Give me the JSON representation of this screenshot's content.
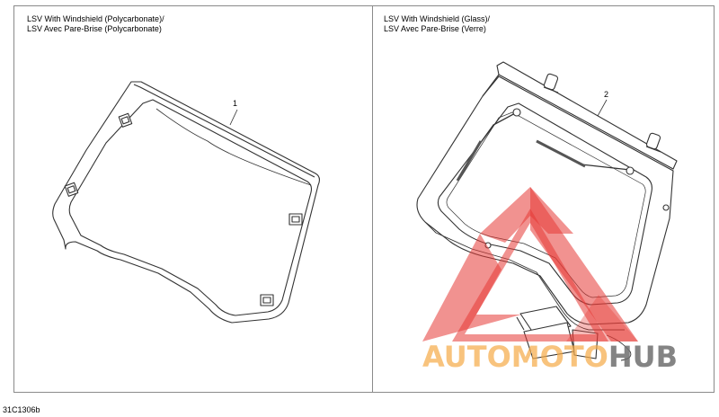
{
  "panels": [
    {
      "caption": [
        "LSV With Windshield (Polycarbonate)/",
        "LSV Avec Pare-Brise (Polycarbonate)"
      ],
      "callout": "1"
    },
    {
      "caption": [
        "LSV With Windshield (Glass)/",
        "LSV Avec Pare-Brise (Verre)"
      ],
      "callout": "2"
    }
  ],
  "doc_ref": "31C1306b",
  "watermark": {
    "parts": [
      "AUTO",
      "MOTO",
      "HUB"
    ],
    "colors": {
      "triangle": "#e53935",
      "text_primary": "#f5a846",
      "text_secondary": "#6e6e6e"
    }
  },
  "colors": {
    "border": "#8a8a8a",
    "line": "#333333"
  }
}
